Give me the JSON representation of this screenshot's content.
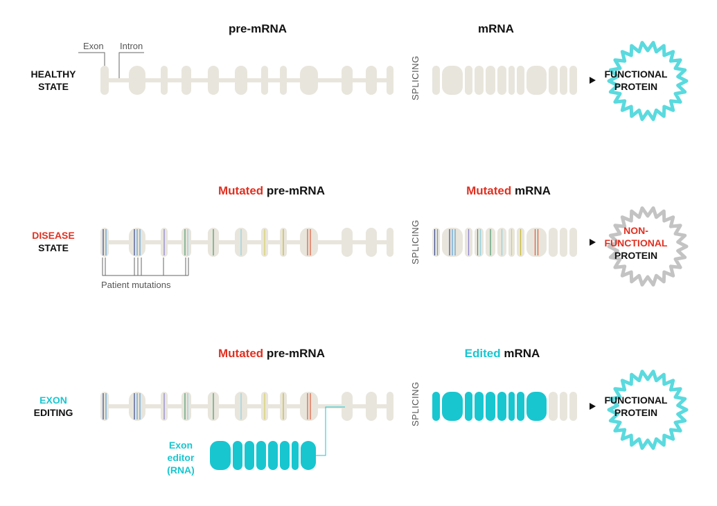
{
  "colors": {
    "exon": "#e8e5dc",
    "intron": "#e8e5dc",
    "red": "#e03021",
    "cyan": "#18c6d0",
    "black": "#111111",
    "gray_text": "#555555",
    "protein_functional": "#3dd3d8",
    "protein_nonfunctional": "#b8b8b8"
  },
  "annotations": {
    "exon_label": "Exon",
    "intron_label": "Intron",
    "patient_mutations_label": "Patient mutations",
    "splicing_label": "SPLICING"
  },
  "rows": {
    "healthy": {
      "state_line1": "HEALTHY",
      "state_line2": "STATE",
      "pre_title_prefix": "",
      "pre_title_main": "pre-mRNA",
      "mrna_title_prefix": "",
      "mrna_title_main": "mRNA",
      "protein_line1": "FUNCTIONAL",
      "protein_line2": "PROTEIN"
    },
    "disease": {
      "state_line1": "DISEASE",
      "state_line2": "STATE",
      "pre_title_prefix": "Mutated",
      "pre_title_main": "pre-mRNA",
      "mrna_title_prefix": "Mutated",
      "mrna_title_main": "mRNA",
      "protein_line1": "NON-",
      "protein_line2": "FUNCTIONAL",
      "protein_line3": "PROTEIN"
    },
    "editing": {
      "state_line1": "EXON",
      "state_line2": "EDITING",
      "pre_title_prefix": "Mutated",
      "pre_title_main": "pre-mRNA",
      "mrna_title_prefix": "Edited",
      "mrna_title_main": "mRNA",
      "protein_line1": "FUNCTIONAL",
      "protein_line2": "PROTEIN",
      "editor_line1": "Exon",
      "editor_line2": "editor",
      "editor_line3": "(RNA)"
    }
  },
  "mutation_colors": [
    "#3a4a8c",
    "#5aa0d8",
    "#8a7fd0",
    "#4a9a6a",
    "#8fd0e0",
    "#d8d060",
    "#c8b830",
    "#e05a3a"
  ]
}
